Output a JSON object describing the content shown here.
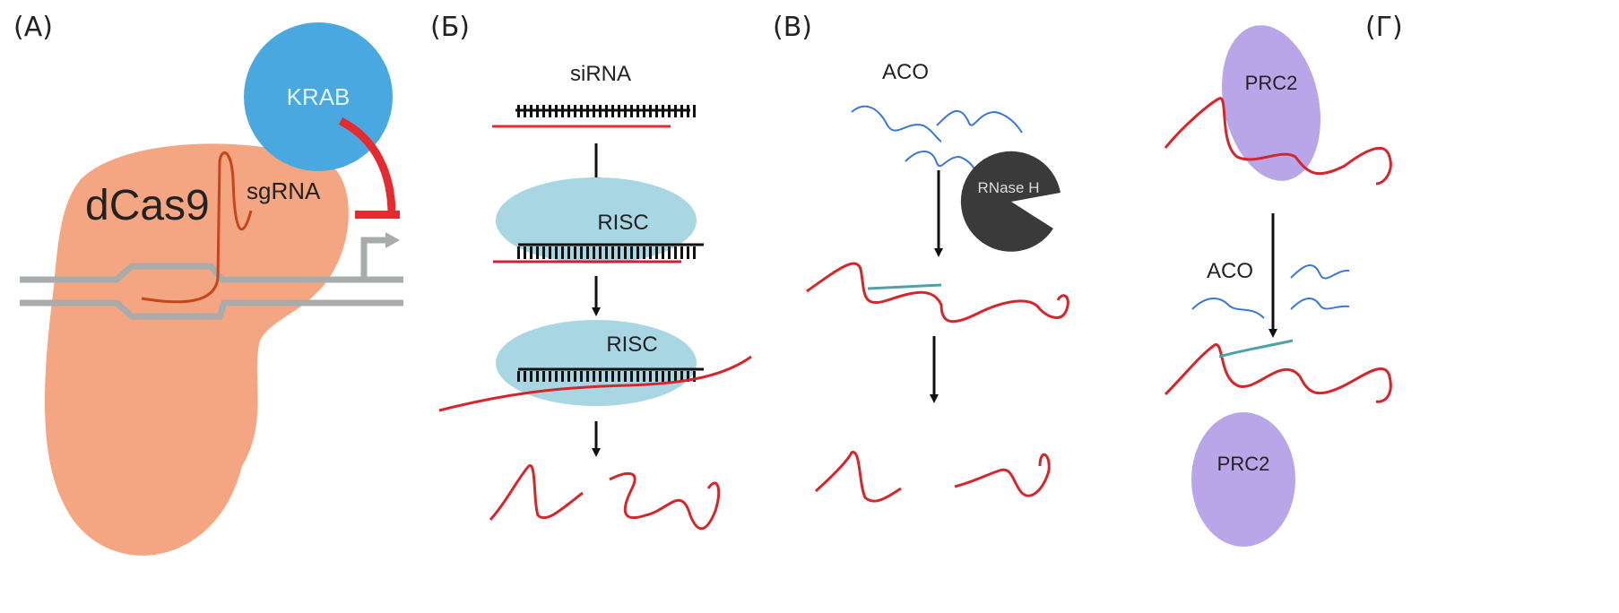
{
  "panels": {
    "a": {
      "label": "(A)",
      "krab": "KRAB",
      "dcas9": "dCas9",
      "sgrna": "sgRNA"
    },
    "b": {
      "label": "(Б)",
      "sirna": "siRNA",
      "risc1": "RISC",
      "risc2": "RISC"
    },
    "c": {
      "label": "(В)",
      "aco": "ACO",
      "rnase": "RNase H"
    },
    "d": {
      "label": "(Г)",
      "prc2_top": "PRC2",
      "aco": "ACO",
      "prc2_bottom": "PRC2"
    }
  },
  "colors": {
    "dcas9": "#f4a582",
    "krab": "#4aa8e0",
    "risc": "#a9d6e3",
    "prc2": "#b9a6e8",
    "rna": "#d7262b",
    "aco": "#3b78d4",
    "dna": "#a8adab",
    "rnase": "#3a3a3a"
  }
}
